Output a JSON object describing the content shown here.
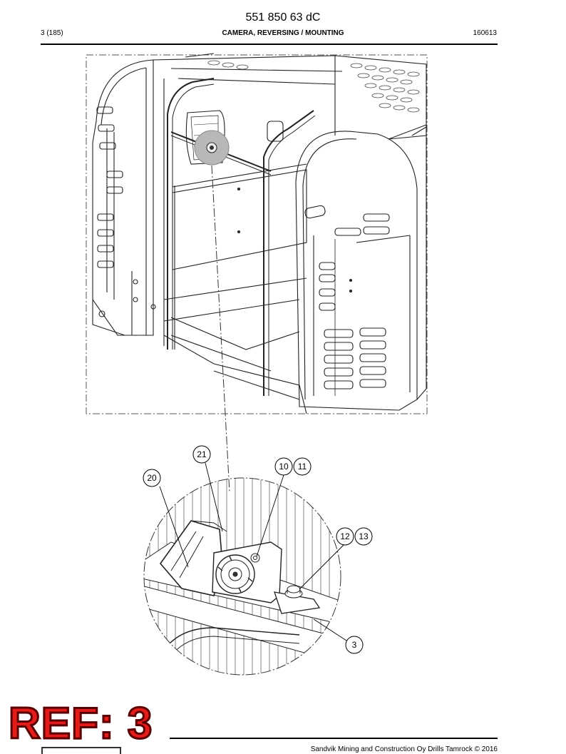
{
  "header": {
    "doc_number": "551 850 63 dC",
    "page": "3 (185)",
    "title": "CAMERA, REVERSING / MOUNTING",
    "date": "160613"
  },
  "callouts": [
    "21",
    "20",
    "10",
    "11",
    "12",
    "13",
    "3"
  ],
  "stamp": {
    "text": "REF: 3",
    "color": "#e21b1b"
  },
  "footer": {
    "copyright": "Sandvik Mining and Construction Oy Drills Tamrock © 2016"
  },
  "icons": [
    "drawing-figure",
    "sandvik-logo"
  ]
}
